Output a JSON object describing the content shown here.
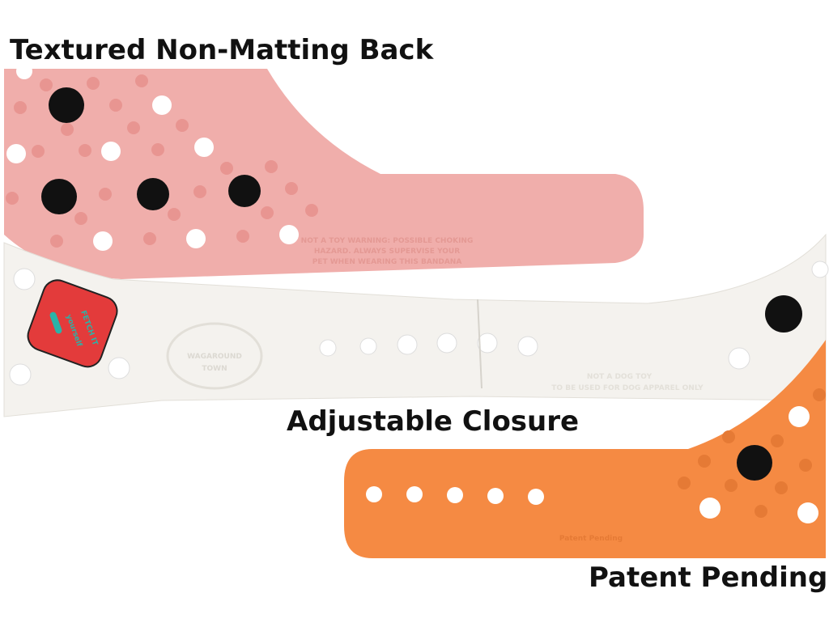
{
  "labels": {
    "top": "Textured Non-Matting Back",
    "middle": "Adjustable Closure",
    "bottom": "Patent Pending"
  },
  "embossed": {
    "pink_warning": [
      "NOT A TOY WARNING: POSSIBLE CHOKING",
      "HAZARD. ALWAYS SUPERVISE YOUR",
      "PET WHEN WEARING THIS BANDANA"
    ],
    "white_notice": [
      "NOT A DOG TOY",
      "TO BE USED FOR DOG APPAREL ONLY"
    ],
    "white_logo": [
      "WAGAROUND",
      "TOWN"
    ],
    "charm": [
      "FETCH IT",
      "yourself"
    ],
    "orange_mark": "Patent Pending"
  },
  "colors": {
    "pink": "#f0aeab",
    "white": "#f4f2ee",
    "orange": "#f58a43",
    "knob": "#111111",
    "charm": "#e33b3b",
    "bone": "#2bb3a8"
  }
}
